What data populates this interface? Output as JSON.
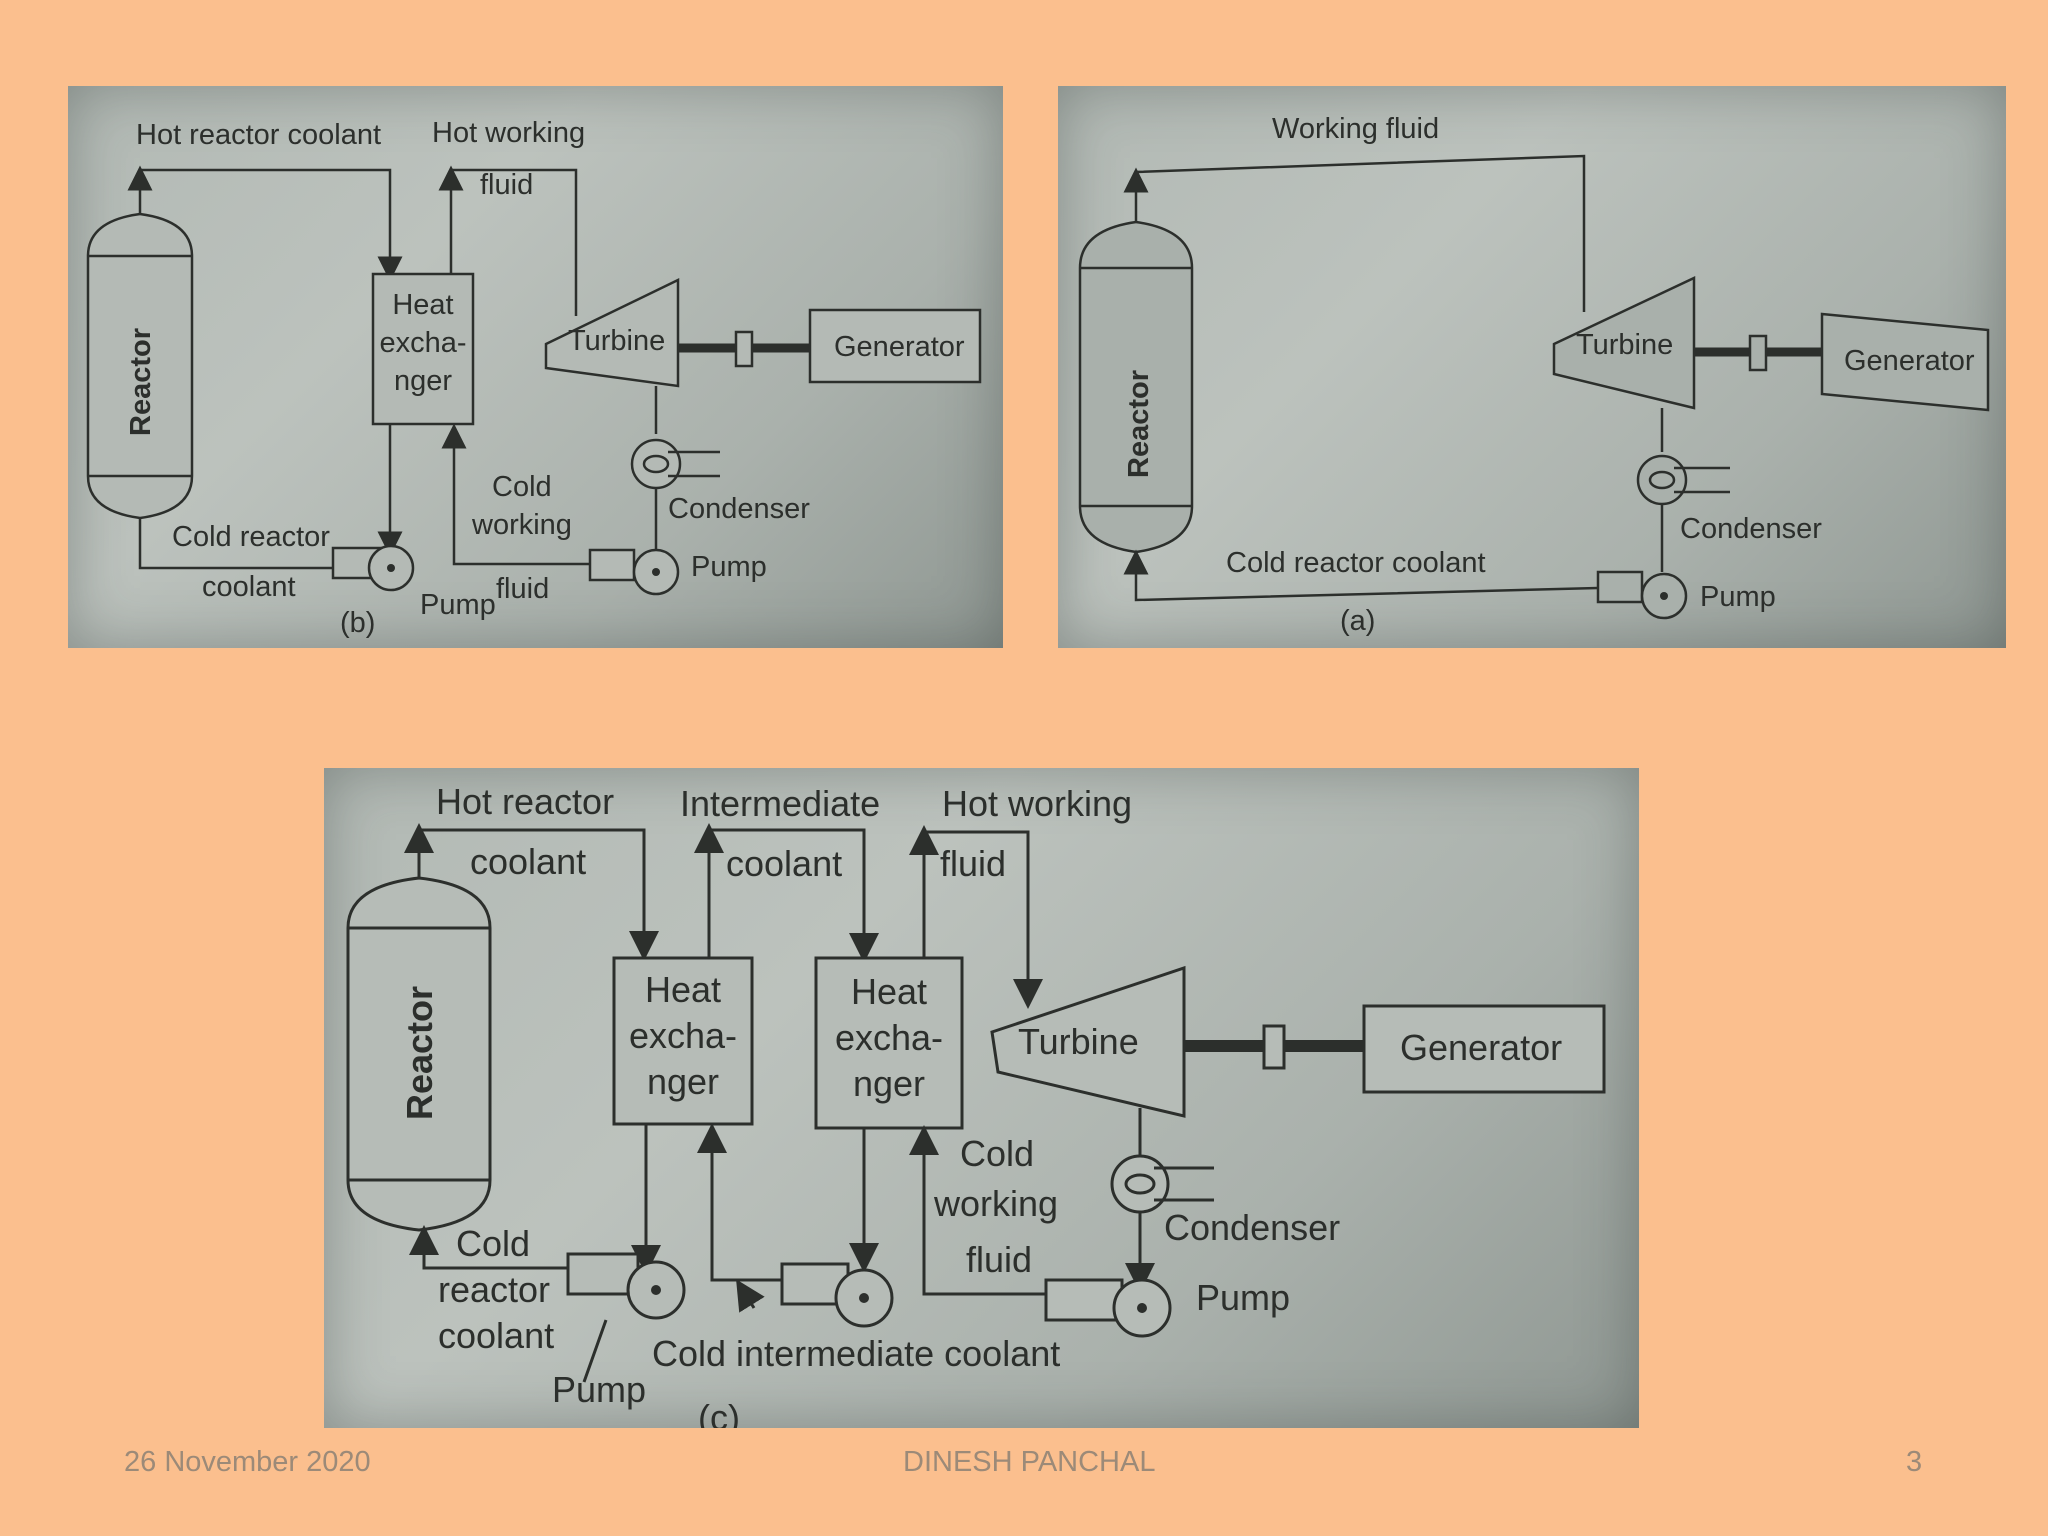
{
  "diagram_b": {
    "hot_reactor_coolant": "Hot reactor coolant",
    "hot_working": "Hot working",
    "fluid": "fluid",
    "reactor": "Reactor",
    "heat": "Heat",
    "excha": "excha-",
    "nger": "nger",
    "turbine": "Turbine",
    "generator": "Generator",
    "cold": "Cold",
    "working": "working",
    "cold_fluid": "fluid",
    "condenser": "Condenser",
    "cold_reactor": "Cold reactor",
    "coolant": "coolant",
    "pump1": "Pump",
    "pump2": "Pump",
    "caption": "(b)"
  },
  "diagram_a": {
    "working_fluid": "Working fluid",
    "reactor": "Reactor",
    "turbine": "Turbine",
    "generator": "Generator",
    "condenser": "Condenser",
    "cold_reactor_coolant": "Cold reactor coolant",
    "pump": "Pump",
    "caption": "(a)"
  },
  "diagram_c": {
    "hot_reactor": "Hot reactor",
    "coolant1": "coolant",
    "intermediate": "Intermediate",
    "coolant2": "coolant",
    "hot_working": "Hot working",
    "fluid": "fluid",
    "reactor": "Reactor",
    "hx1_heat": "Heat",
    "hx1_excha": "excha-",
    "hx1_nger": "nger",
    "hx2_heat": "Heat",
    "hx2_excha": "excha-",
    "hx2_nger": "nger",
    "turbine": "Turbine",
    "generator": "Generator",
    "cold": "Cold",
    "working": "working",
    "cold_fluid": "fluid",
    "condenser": "Condenser",
    "pump_right": "Pump",
    "cold2": "Cold",
    "reactor2": "reactor",
    "coolant3": "coolant",
    "pump_left": "Pump",
    "cold_intermediate_coolant": "Cold intermediate coolant",
    "caption": "(c)"
  },
  "footer": {
    "date": "26 November 2020",
    "author": "DINESH PANCHAL",
    "page": "3"
  }
}
